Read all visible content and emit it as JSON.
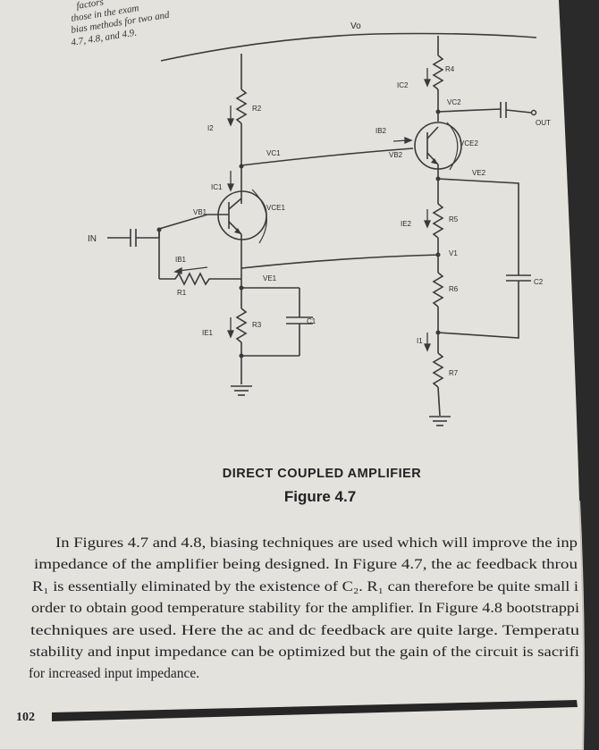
{
  "top_text": [
    "factors",
    "those in the exam",
    "bias methods for two and",
    "4.7, 4.8, and 4.9."
  ],
  "labels": {
    "vo": "Vo",
    "r4": "R4",
    "ic2": "IC2",
    "vc2": "VC2",
    "out": "OUT",
    "ib2": "IB2",
    "vce2": "VCE2",
    "vb2": "VB2",
    "ve2": "VE2",
    "r2": "R2",
    "i2": "I2",
    "vc1": "VC1",
    "ic1": "IC1",
    "vce1": "VCE1",
    "vb1": "VB1",
    "in": "IN",
    "ib1": "IB1",
    "r1": "R1",
    "ve1": "VE1",
    "ie2": "IE2",
    "r5": "R5",
    "v1": "V1",
    "r6": "R6",
    "c2": "C2",
    "ie1": "IE1",
    "r3": "R3",
    "c1": "C1",
    "i1": "I1",
    "r7": "R7"
  },
  "caption": {
    "title": "DIRECT COUPLED AMPLIFIER",
    "figure": "Figure 4.7"
  },
  "paragraph": [
    "In Figures 4.7 and 4.8, biasing techniques are used which will improve the inp",
    "impedance of the amplifier being designed. In Figure 4.7, the ac feedback throu",
    "R₁ is essentially eliminated by the existence of C₂. R₁ can therefore be quite small i",
    "order to obtain good temperature stability for the amplifier. In Figure 4.8 bootstrappi",
    "techniques are used. Here the ac and dc feedback are quite large. Temperatu",
    "stability and input impedance can be optimized but the gain of the circuit is sacrifi",
    "for increased input impedance."
  ],
  "page_number": "102"
}
